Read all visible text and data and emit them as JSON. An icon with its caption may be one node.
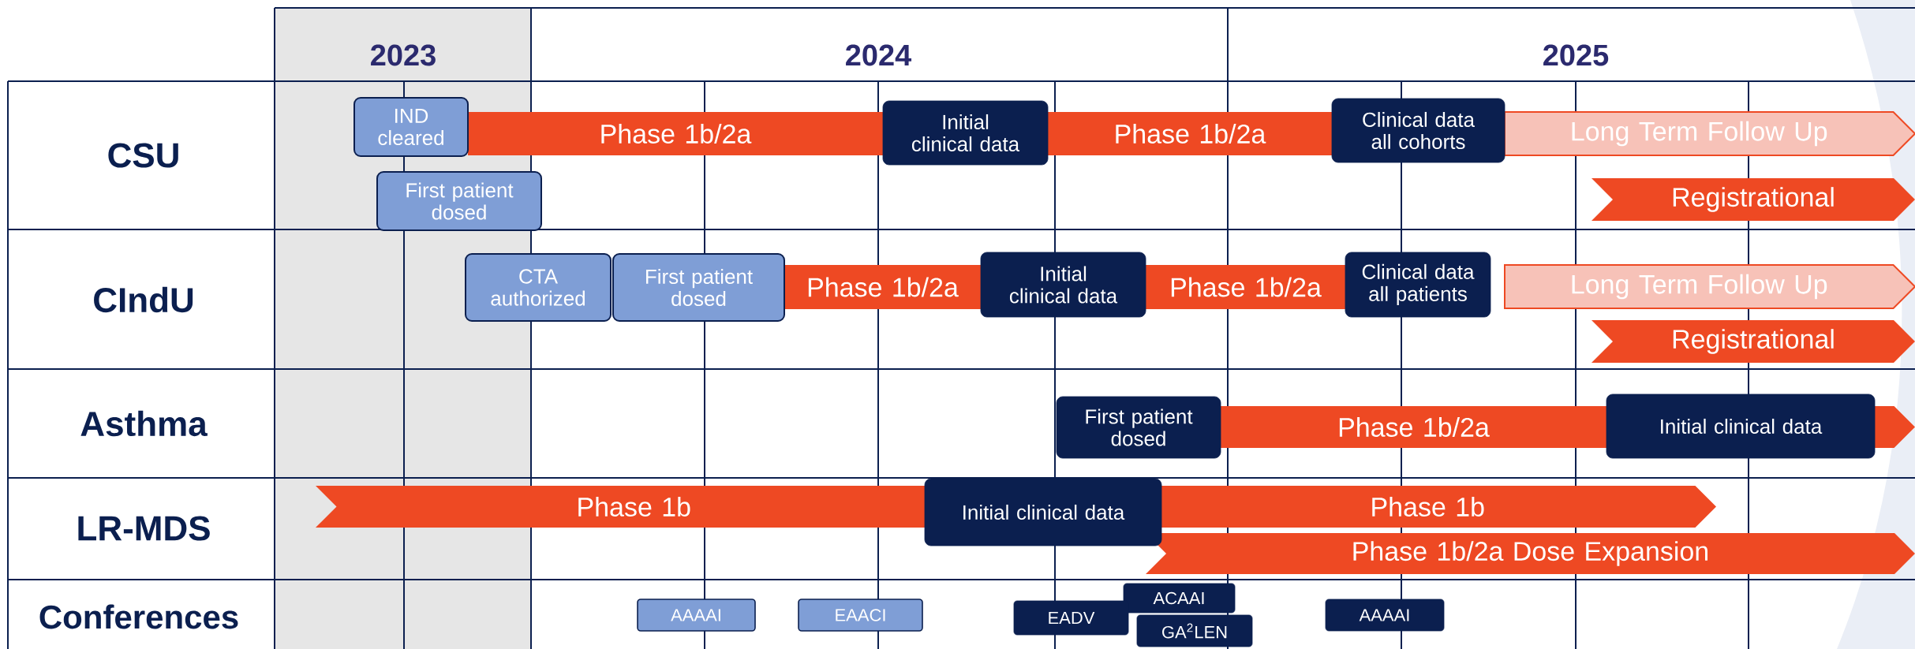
{
  "diagram": {
    "nodes": [
      {
        "text": [
          "IND cleared"
        ]
      },
      {
        "text": [
          "Phase 1b/2a"
        ]
      },
      {
        "text": [
          "Initial clinical data"
        ]
      },
      {
        "text": [
          "Phase 1b/2a"
        ]
      },
      {
        "text": [
          "Clinical data all cohorts"
        ]
      },
      {
        "text": [
          "Long Term Follow Up"
        ]
      },
      {
        "text": [
          "First patient dosed"
        ]
      },
      {
        "text": [
          "Registrational"
        ]
      },
      {
        "text": [
          "CTA authorized"
        ]
      },
      {
        "text": [
          "First patient dosed"
        ]
      },
      {
        "text": [
          "Phase 1b/2a"
        ]
      },
      {
        "text": [
          "Initial clinical data"
        ]
      },
      {
        "text": [
          "Phase 1b/2a"
        ]
      },
      {
        "text": [
          "Clinical data all patients"
        ]
      },
      {
        "text": [
          "Long Term Follow Up"
        ]
      },
      {
        "text": [
          "Registrational"
        ]
      },
      {
        "text": [
          "First patient dosed"
        ]
      },
      {
        "text": [
          "Phase 1b/2a"
        ]
      },
      {
        "text": [
          "Initial clinical data"
        ]
      },
      {
        "text": [
          "Phase 1b"
        ]
      },
      {
        "text": [
          "Initial clinical data"
        ]
      },
      {
        "text": [
          "Phase 1b"
        ]
      },
      {
        "text": [
          "Phase 1b/2a Dose Expansion"
        ]
      },
      {
        "text": [
          "AAAAI"
        ]
      },
      {
        "text": [
          "EAACI"
        ]
      },
      {
        "text": [
          "ACAAI"
        ]
      },
      {
        "text": [
          "EADV"
        ]
      },
      {
        "text": [
          "GA$^{2}$LEN"
        ]
      },
      {
        "text": [
          "AAAAI"
        ]
      }
    ],
    "labels": [
      "2023",
      "2024",
      "2025",
      "CSU",
      "CIndU",
      "Asthma",
      "LR-MDS",
      "Conferences"
    ]
  }
}
